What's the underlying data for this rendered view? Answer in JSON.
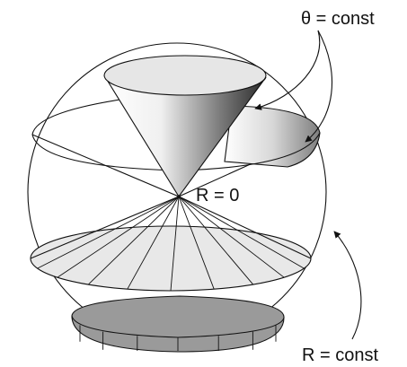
{
  "labels": {
    "theta_const": "θ = const",
    "r_zero": "R = 0",
    "r_const": "R = const"
  },
  "colors": {
    "stroke": "#111111",
    "upper_cone_top": "#e6e6e6",
    "lower_disk": "#e8e8e8",
    "bottom_band": "#9a9a9a"
  }
}
